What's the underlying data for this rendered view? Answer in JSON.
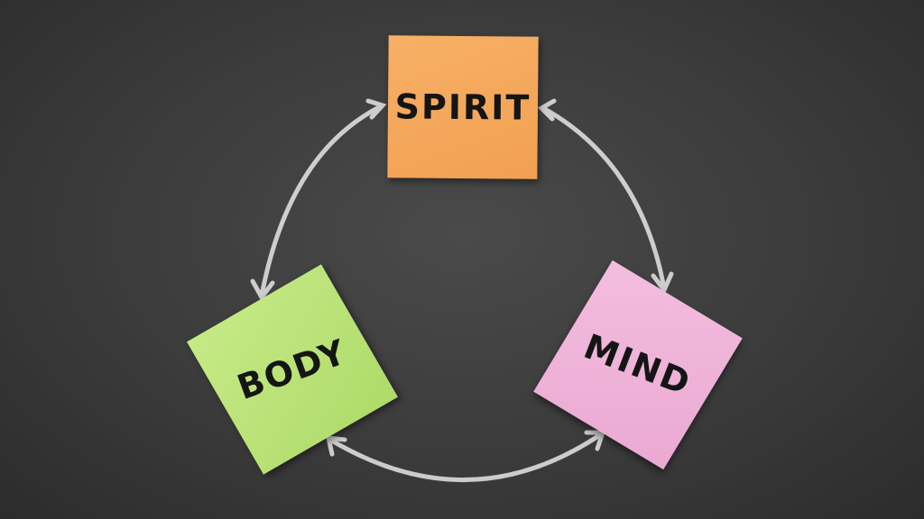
{
  "notes": {
    "spirit": {
      "label": "SPIRIT",
      "color": "#f5a85c"
    },
    "body": {
      "label": "BODY",
      "color": "#b9e176"
    },
    "mind": {
      "label": "MIND",
      "color": "#efb4da"
    }
  },
  "chalk_color": "#e8e8e8"
}
